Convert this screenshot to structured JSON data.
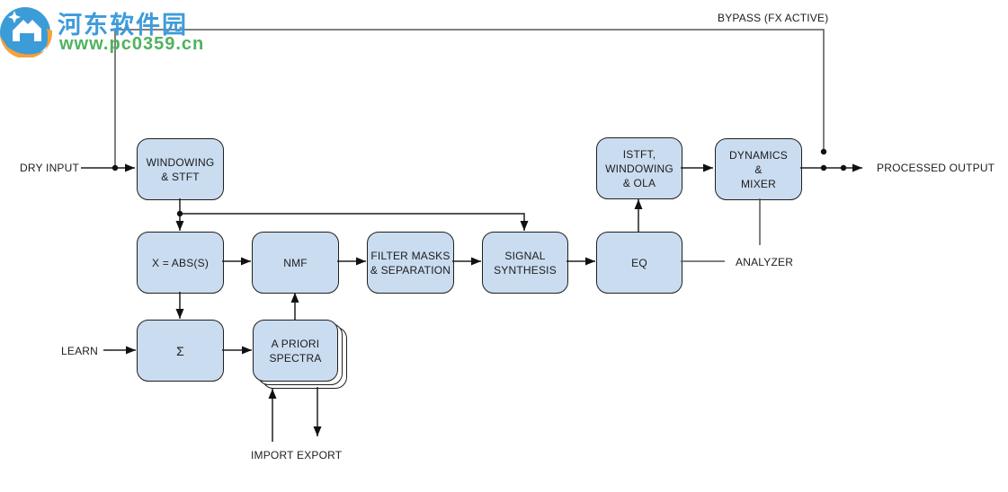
{
  "watermark": {
    "site_name": "河东软件园",
    "site_url": "www.pc0359.cn",
    "colors": {
      "circle": "#3c9cd7",
      "swoosh": "#f6a13b",
      "name_text": "#3e9bdb",
      "url_text": "#4fb35d"
    }
  },
  "diagram": {
    "colors": {
      "node_fill": "#cadcf0",
      "node_border": "#1f1f1f",
      "flow_line": "#1f1f1f",
      "aux_line": "#555555"
    },
    "nodes": {
      "windowing_stft": "WINDOWING\n& STFT",
      "x_abs": "X = ABS(S)",
      "nmf": "NMF",
      "filter_masks": "FILTER MASKS\n& SEPARATION",
      "signal_synthesis": "SIGNAL\nSYNTHESIS",
      "eq": "EQ",
      "istft": "ISTFT,\nWINDOWING\n& OLA",
      "dynamics": "DYNAMICS\n&\nMIXER",
      "sigma": "Σ",
      "a_priori": "A PRIORI\nSPECTRA"
    },
    "labels": {
      "dry_input": "DRY INPUT",
      "bypass": "BYPASS (FX ACTIVE)",
      "processed_output": "PROCESSED OUTPUT",
      "analyzer": "ANALYZER",
      "learn": "LEARN",
      "import": "IMPORT",
      "export": "EXPORT"
    }
  }
}
